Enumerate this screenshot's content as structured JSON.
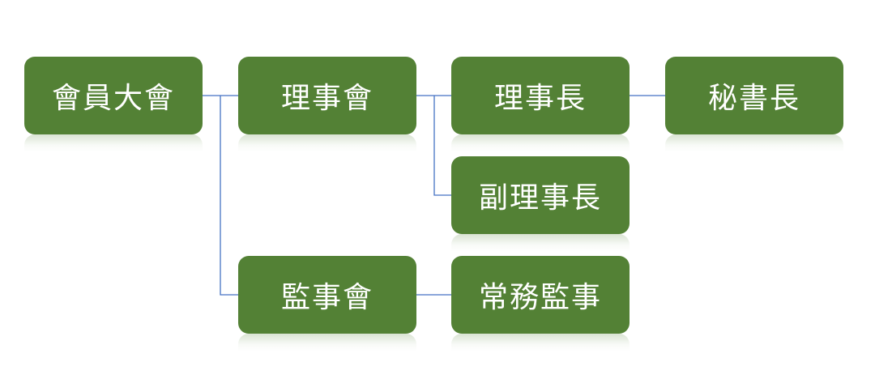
{
  "diagram": {
    "fill_color": "#538135",
    "text_color": "#ffffff",
    "line_color": "#4472c4",
    "nodes": {
      "general_assembly": "會員大會",
      "board_of_directors": "理事會",
      "chairman": "理事長",
      "secretary": "秘書長",
      "vice_chairman": "副理事長",
      "board_of_supervisors": "監事會",
      "standing_supervisor": "常務監事"
    },
    "edges": [
      [
        "general_assembly",
        "board_of_directors"
      ],
      [
        "general_assembly",
        "board_of_supervisors"
      ],
      [
        "board_of_directors",
        "chairman"
      ],
      [
        "board_of_directors",
        "vice_chairman"
      ],
      [
        "chairman",
        "secretary"
      ],
      [
        "board_of_supervisors",
        "standing_supervisor"
      ]
    ]
  }
}
